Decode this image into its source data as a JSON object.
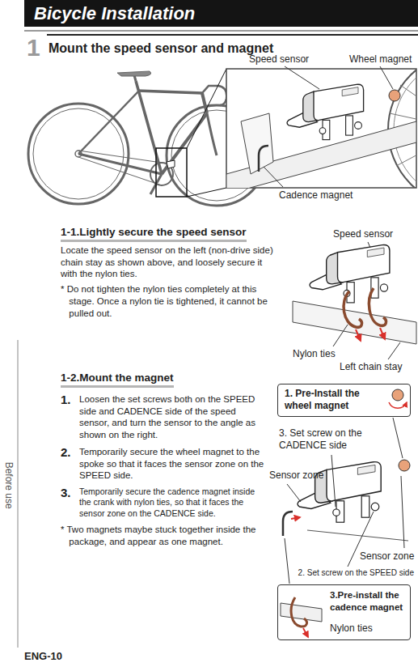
{
  "diagram": {
    "title": "Bicycle Installation",
    "nodes": [
      {
        "text": [
          "1. Pre-Install the wheel magnet"
        ]
      },
      {
        "text": [
          "3.Pre-install the cadence magnet",
          "Nylon ties"
        ]
      }
    ],
    "labels": [
      "1",
      "Mount the speed sensor and magnet",
      "Speed sensor",
      "Wheel magnet",
      "Cadence magnet",
      "1-1.Lightly secure the speed sensor",
      "Locate the speed sensor on the left (non-drive side) chain stay as shown above, and loosely secure it with the nylon ties.",
      "* Do not tighten the nylon ties completely at this stage. Once a nylon tie is tightened, it cannot be pulled out.",
      "Speed sensor",
      "Nylon ties",
      "Left chain stay",
      "1-2.Mount the magnet",
      "1.",
      "Loosen the set screws both on the SPEED side and CADENCE side of the speed sensor, and turn the sensor to the angle as shown on the right.",
      "2.",
      "Temporarily secure the wheel magnet to the spoke so that it faces the sensor zone on the SPEED side.",
      "3.",
      "Temporarily secure the cadence magnet inside the crank with nylon ties, so that it faces the sensor zone on the CADENCE side.",
      "* Two magnets maybe stuck together inside the package, and appear as one magnet.",
      "3. Set screw on the CADENCE side",
      "Sensor zone",
      "Sensor zone",
      "2. Set screw on the SPEED side",
      "Before use",
      "ENG-10"
    ]
  }
}
